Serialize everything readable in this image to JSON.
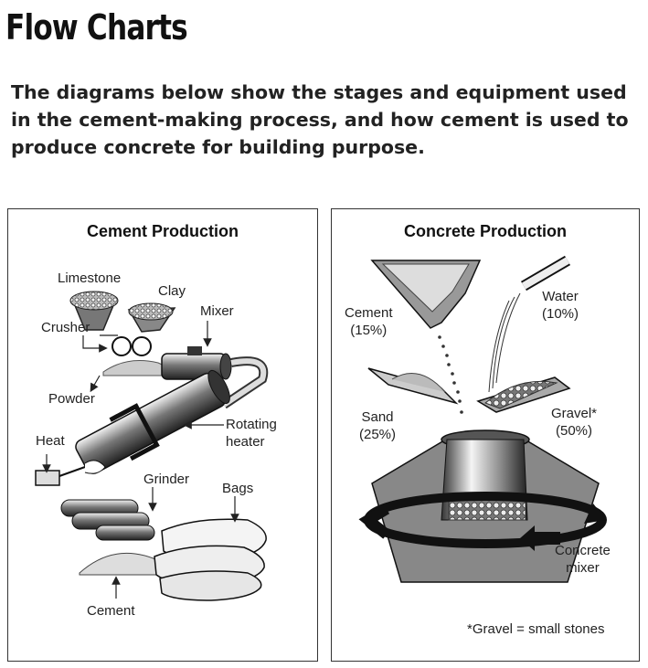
{
  "page": {
    "title": "Flow Charts",
    "intro_lines": [
      "The diagrams below show the stages and equipment used",
      "in the cement-making process, and how cement is used to",
      "produce concrete for building purpose."
    ]
  },
  "cement_panel": {
    "title": "Cement Production",
    "labels": {
      "limestone": "Limestone",
      "clay": "Clay",
      "crusher": "Crusher",
      "mixer": "Mixer",
      "powder": "Powder",
      "rotating_heater_1": "Rotating",
      "rotating_heater_2": "heater",
      "heat": "Heat",
      "grinder": "Grinder",
      "bags": "Bags",
      "cement": "Cement"
    }
  },
  "concrete_panel": {
    "title": "Concrete Production",
    "labels": {
      "cement": "Cement",
      "cement_pct": "(15%)",
      "water": "Water",
      "water_pct": "(10%)",
      "sand": "Sand",
      "sand_pct": "(25%)",
      "gravel": "Gravel*",
      "gravel_pct": "(50%)",
      "concrete_mixer_1": "Concrete",
      "concrete_mixer_2": "mixer",
      "footnote": "*Gravel = small stones"
    }
  }
}
